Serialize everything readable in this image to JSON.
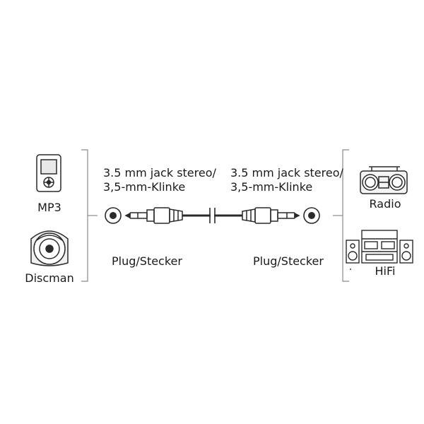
{
  "left_devices": [
    {
      "label": "MP3",
      "icon": "mp3-player-icon"
    },
    {
      "label": "Discman",
      "icon": "discman-icon"
    }
  ],
  "right_devices": [
    {
      "label": "Radio",
      "icon": "radio-icon"
    },
    {
      "label": "HiFi",
      "icon": "hifi-icon"
    }
  ],
  "left_connector": {
    "type_line1": "3.5 mm jack stereo/",
    "type_line2": "3,5-mm-Klinke",
    "gender": "Plug/Stecker"
  },
  "right_connector": {
    "type_line1": "3.5 mm jack stereo/",
    "type_line2": "3,5-mm-Klinke",
    "gender": "Plug/Stecker"
  },
  "colors": {
    "line": "#2a2a2a",
    "bracket": "#8a8a8a"
  }
}
